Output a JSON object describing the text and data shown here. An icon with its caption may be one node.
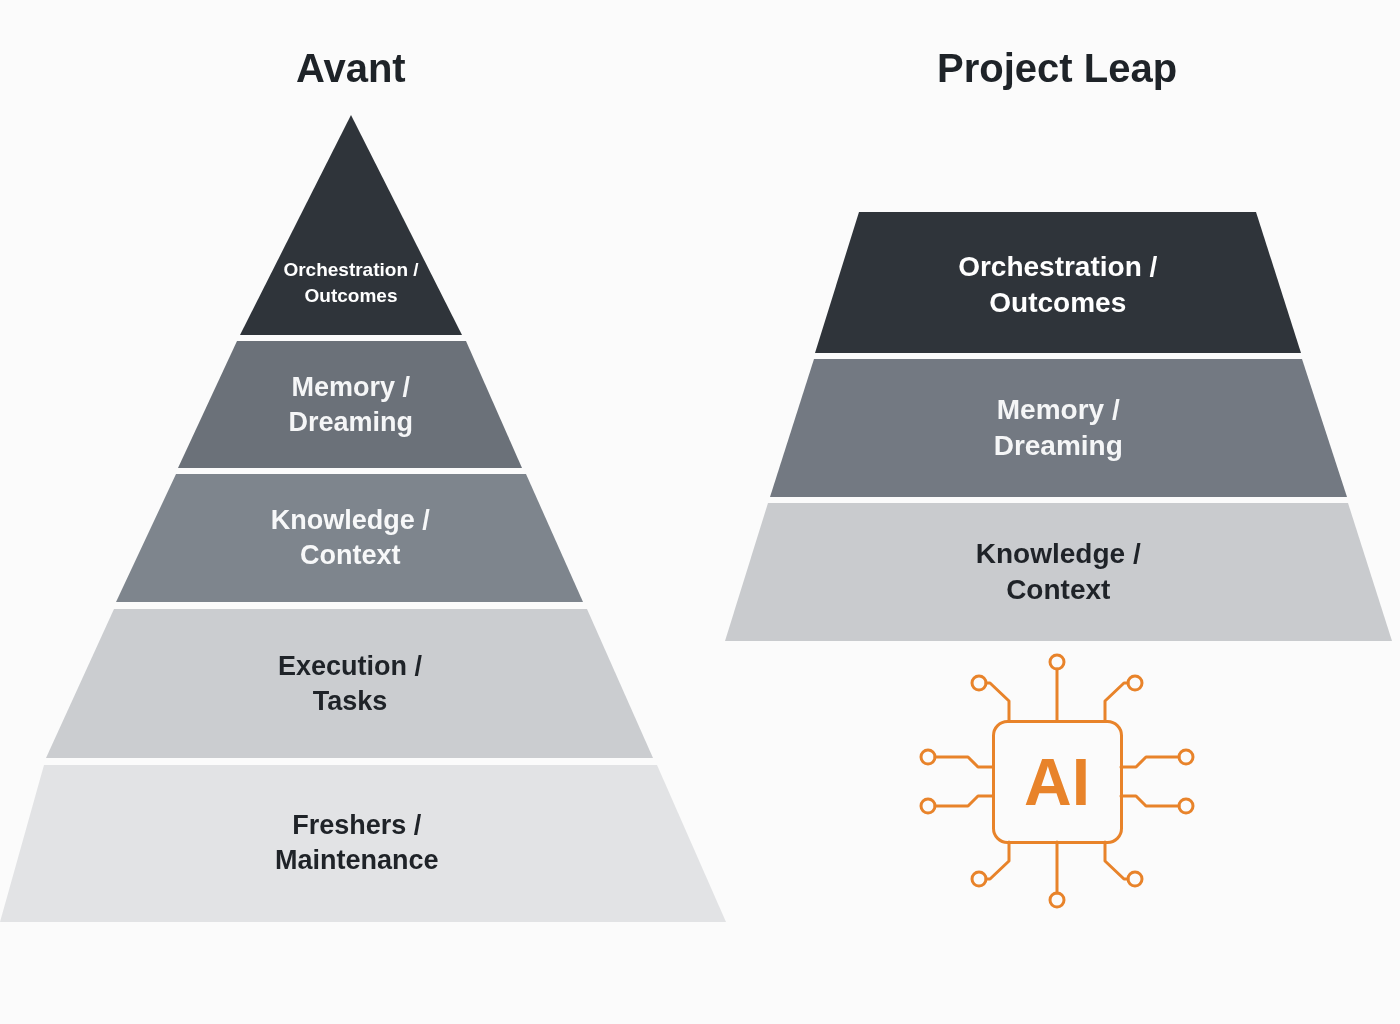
{
  "diagram": {
    "nodes": [
      {
        "text": [
          "Orchestration / Outcomes"
        ]
      },
      {
        "text": [
          "Memory / Dreaming"
        ]
      },
      {
        "text": [
          "Knowledge / Context"
        ]
      },
      {
        "text": [
          "Execution / Tasks"
        ]
      },
      {
        "text": [
          "Freshers / Maintenance"
        ]
      },
      {
        "text": [
          "Orchestration / Outcomes"
        ]
      },
      {
        "text": [
          "Memory / Dreaming"
        ]
      },
      {
        "text": [
          "Knowledge / Context"
        ]
      },
      {
        "text": [
          "AI"
        ]
      }
    ],
    "labels": [
      "Avant",
      "Project Leap"
    ]
  }
}
